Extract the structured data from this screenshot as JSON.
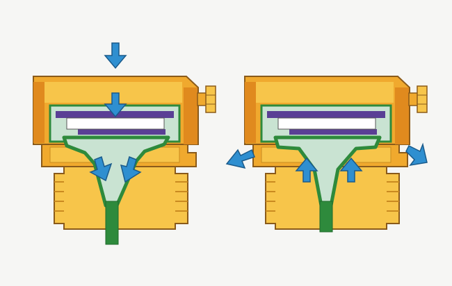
{
  "diagram": {
    "panels": [
      {
        "id": "left",
        "flow_state": "inflow-down-through-center"
      },
      {
        "id": "right",
        "flow_state": "outflow-up-and-sideways"
      }
    ],
    "colors": {
      "background": "#f6f6f4",
      "brass_light": "#f7c54a",
      "brass_mid": "#f0a92e",
      "brass_dark": "#e08a1e",
      "outline": "#8a5a1a",
      "gasket_green": "#2e8a3c",
      "purple_ring": "#5a3f95",
      "white_disc": "#ffffff",
      "diaphragm": "#c9e3d2",
      "arrow_blue": "#2f8fd0",
      "arrow_outline": "#1a5a8a"
    }
  }
}
